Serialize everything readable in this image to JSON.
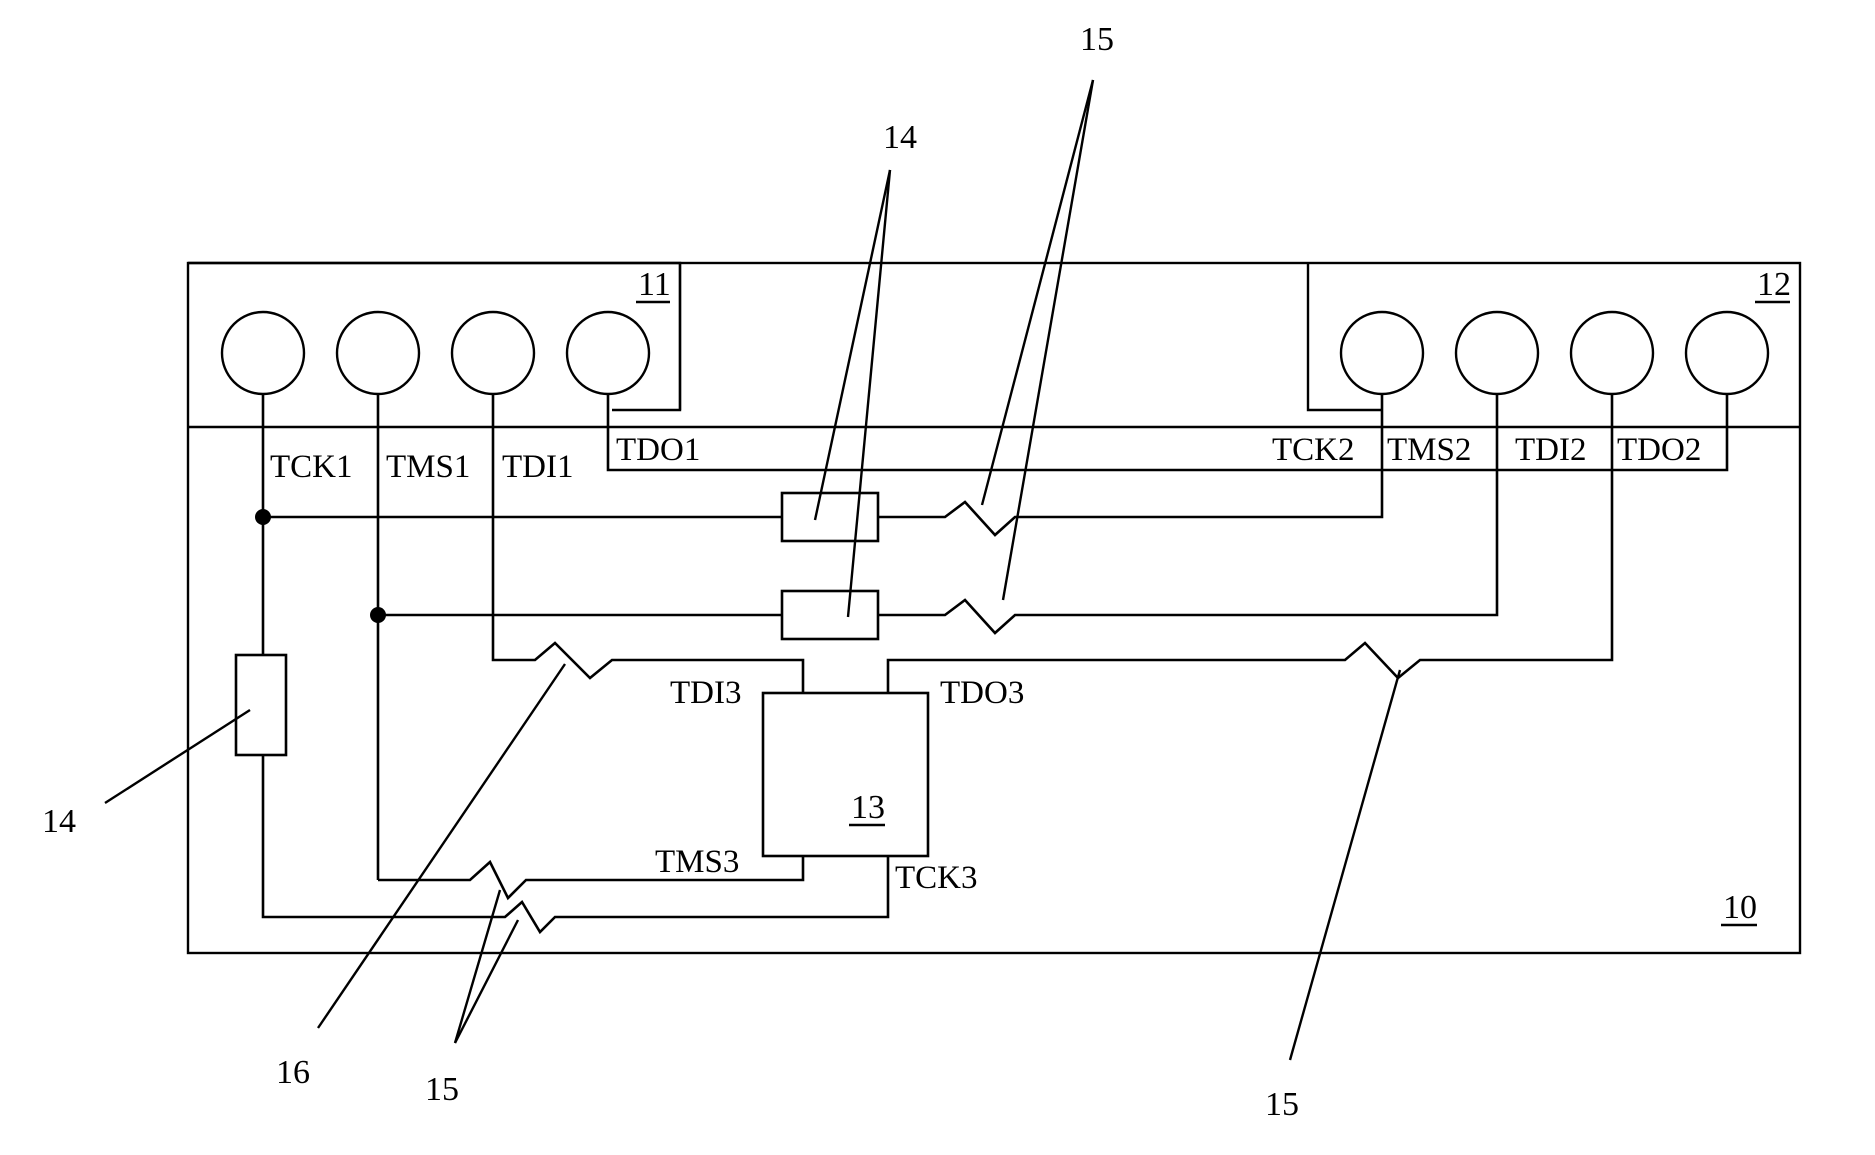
{
  "diagram": {
    "pins_connector_1": [
      "TCK1",
      "TMS1",
      "TDI1",
      "TDO1"
    ],
    "pins_connector_2": [
      "TCK2",
      "TMS2",
      "TDI2",
      "TDO2"
    ],
    "pins_chip": {
      "tdi": "TDI3",
      "tdo": "TDO3",
      "tms": "TMS3",
      "tck": "TCK3"
    },
    "component_refs": {
      "board": "10",
      "connector_1": "11",
      "connector_2": "12",
      "chip": "13"
    },
    "callouts": {
      "resistor_top": "14",
      "resistor_left": "14",
      "jumper_top": "15",
      "jumper_bottom": "15",
      "jumper_right": "15",
      "crossing_16": "16"
    }
  }
}
